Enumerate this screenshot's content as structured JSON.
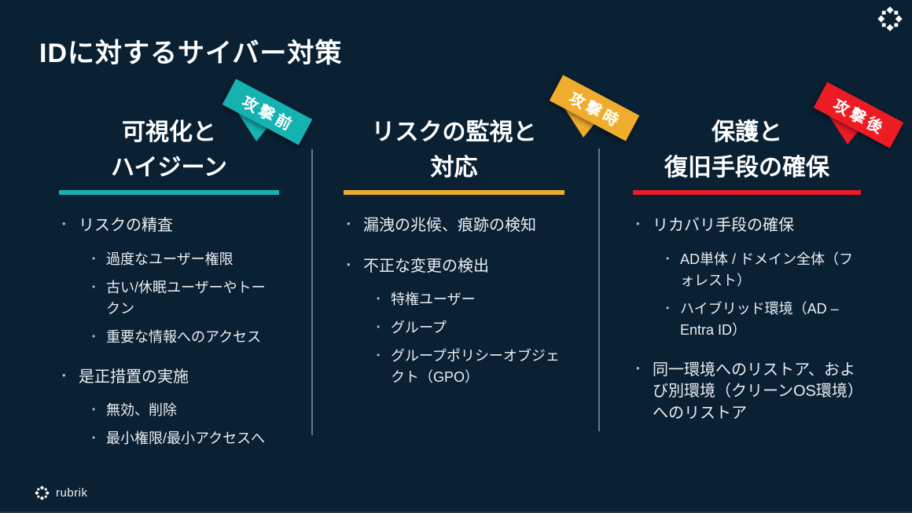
{
  "slide": {
    "title": "IDに対するサイバー対策",
    "footer_logo_text": "rubrik"
  },
  "colors": {
    "background": "#0a2033",
    "text_heading": "#ffffff",
    "text_body": "#e9eef3",
    "divider": "#66788a",
    "teal": "#16b2b2",
    "yellow": "#f0ad2d",
    "red": "#ed1c24"
  },
  "columns": [
    {
      "id": "before-attack",
      "ribbon": "攻撃前",
      "accent": "#16b2b2",
      "heading_lines": [
        "可視化と",
        "ハイジーン"
      ],
      "bullets": [
        {
          "level": 1,
          "gap": false,
          "text": "リスクの精査"
        },
        {
          "level": 2,
          "gap": false,
          "text": "過度なユーザー権限"
        },
        {
          "level": 2,
          "gap": false,
          "text": "古い/休眠ユーザーやトークン"
        },
        {
          "level": 2,
          "gap": false,
          "text": "重要な情報へのアクセス"
        },
        {
          "level": 1,
          "gap": true,
          "text": "是正措置の実施"
        },
        {
          "level": 2,
          "gap": false,
          "text": "無効、削除"
        },
        {
          "level": 2,
          "gap": false,
          "text": "最小権限/最小アクセスへ"
        }
      ]
    },
    {
      "id": "during-attack",
      "ribbon": "攻撃時",
      "accent": "#f0ad2d",
      "heading_lines": [
        "リスクの監視と",
        "対応"
      ],
      "bullets": [
        {
          "level": 1,
          "gap": false,
          "text": "漏洩の兆候、痕跡の検知"
        },
        {
          "level": 1,
          "gap": true,
          "text": "不正な変更の検出"
        },
        {
          "level": 2,
          "gap": false,
          "text": "特権ユーザー"
        },
        {
          "level": 2,
          "gap": false,
          "text": "グループ"
        },
        {
          "level": 2,
          "gap": false,
          "text": "グループポリシーオブジェクト（GPO）"
        }
      ]
    },
    {
      "id": "after-attack",
      "ribbon": "攻撃後",
      "accent": "#ed1c24",
      "heading_lines": [
        "保護と",
        "復旧手段の確保"
      ],
      "bullets": [
        {
          "level": 1,
          "gap": false,
          "text": "リカバリ手段の確保"
        },
        {
          "level": 2,
          "gap": false,
          "text": "AD単体 / ドメイン全体（フォレスト）"
        },
        {
          "level": 2,
          "gap": false,
          "text": "ハイブリッド環境（AD – Entra ID）"
        },
        {
          "level": 1,
          "gap": true,
          "text": "同一環境へのリストア、および別環境（クリーンOS環境）へのリストア"
        }
      ]
    }
  ]
}
